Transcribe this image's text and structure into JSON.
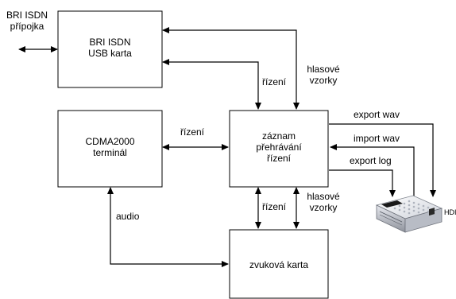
{
  "diagram": {
    "external": {
      "line1": "BRI ISDN",
      "line2": "přípojka"
    },
    "boxes": {
      "isdn_card": {
        "line1": "BRI ISDN",
        "line2": "USB karta"
      },
      "cdma_terminal": {
        "line1": "CDMA2000",
        "line2": "terminál"
      },
      "recorder": {
        "line1": "záznam",
        "line2": "přehrávání",
        "line3": "řízení"
      },
      "sound_card": {
        "line1": "zvuková karta"
      }
    },
    "labels": {
      "control_top": "řízení",
      "voice_top_1": "hlasové",
      "voice_top_2": "vzorky",
      "control_mid": "řízení",
      "export_wav": "export wav",
      "import_wav": "import wav",
      "export_log": "export log",
      "control_bottom": "řízení",
      "voice_bottom_1": "hlasové",
      "voice_bottom_2": "vzorky",
      "audio": "audio",
      "hdd": "HDI"
    },
    "colors": {
      "line": "#000000",
      "box_border": "#000000",
      "background": "#ffffff"
    }
  }
}
